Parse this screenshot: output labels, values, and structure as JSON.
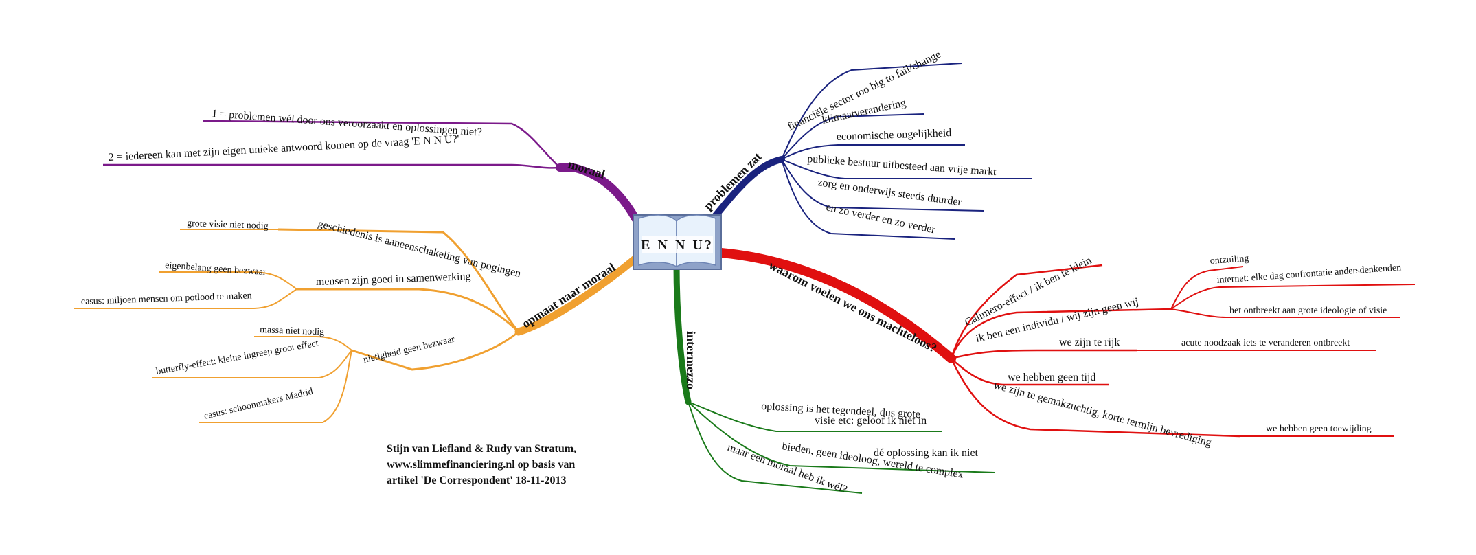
{
  "center": {
    "title": "E N N U?"
  },
  "branches": {
    "moraal": {
      "label": "moraal",
      "color": "#7b1a8a",
      "items": [
        "1 = problemen wél door ons veroorzaakt en oplossingen niet?",
        "2 = iedereen kan met zijn eigen unieke antwoord komen op de vraag 'E N  N U?'"
      ]
    },
    "opmaat": {
      "label": "opmaat naar moraal",
      "color": "#f0a030",
      "groups": [
        {
          "label": "geschiedenis is aaneenschakeling van pogingen",
          "items": [
            "grote visie niet nodig"
          ]
        },
        {
          "label": "mensen zijn goed in samenwerking",
          "items": [
            "eigenbelang geen bezwaar",
            "casus: miljoen mensen om potlood te maken"
          ]
        },
        {
          "label": "nietigheid geen bezwaar",
          "items": [
            "massa niet nodig",
            "butterfly-effect: kleine ingreep groot effect",
            "casus: schoonmakers Madrid"
          ]
        }
      ]
    },
    "problemen": {
      "label": "problemen zat",
      "color": "#1a237e",
      "items": [
        "financiële sector too big to fail/change",
        "klimaatverandering",
        "economische ongelijkheid",
        "publieke bestuur uitbesteed aan vrije markt",
        "zorg en onderwijs steeds duurder",
        "en zo verder en zo verder"
      ]
    },
    "waarom": {
      "label": "waarom voelen we ons machteloos?",
      "color": "#e01010",
      "groups": [
        {
          "label": "Calimero-effect / ik ben te klein",
          "items": []
        },
        {
          "label": "ik ben een individu / wij zijn geen wij",
          "items": [
            "ontzuiling",
            "internet: elke dag confrontatie andersdenkenden",
            "het ontbreekt aan grote ideologie of visie"
          ]
        },
        {
          "label": "we zijn te rijk",
          "items": [
            "acute noodzaak iets te veranderen ontbreekt"
          ]
        },
        {
          "label": "we hebben geen tijd",
          "items": []
        },
        {
          "label": "we zijn te gemakzuchtig, korte termijn bevrediging",
          "items": [
            "we hebben geen toewijding"
          ]
        }
      ]
    },
    "intermezzo": {
      "label": "intermezzo",
      "color": "#1a7a1a",
      "items": [
        {
          "line1": "oplossing is het tegendeel, dus grote",
          "line2": "visie etc: geloof ik niet in"
        },
        {
          "line1": "dé oplossing kan ik niet",
          "line2": "bieden, geen ideoloog, wereld te complex"
        },
        {
          "line1": "maar een moraal heb ik wél?",
          "line2": ""
        }
      ]
    }
  },
  "credit": {
    "line1": "Stijn van Liefland & Rudy van Stratum,",
    "line2": "www.slimmefinanciering.nl op basis van",
    "line3": "artikel 'De Correspondent' 18-11-2013"
  }
}
